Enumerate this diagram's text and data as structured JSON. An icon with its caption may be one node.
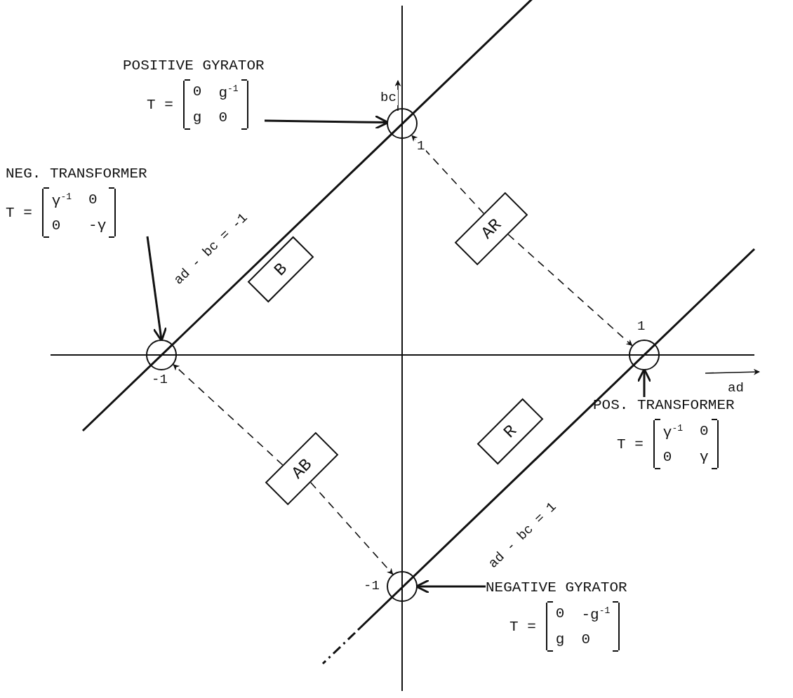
{
  "diagram": {
    "nodes": [
      {
        "text": [
          "POSITIVE GYRATOR",
          "T =",
          "0",
          "g$^{-1}$",
          "g",
          "0"
        ]
      },
      {
        "text": [],
        "shape": "circle"
      },
      {
        "text": [
          "NEG. TRANSFORMER",
          "T =",
          "γ$^{-1}$",
          "0",
          "0",
          "-γ"
        ]
      },
      {
        "text": [
          "B"
        ]
      },
      {
        "text": [
          "AR"
        ]
      },
      {
        "text": [],
        "shape": "circle"
      },
      {
        "text": [],
        "shape": "circle"
      },
      {
        "text": [
          "POS. TRANSFORMER",
          "T =",
          "γ$^{-1}$",
          "0",
          "0",
          "γ"
        ]
      },
      {
        "text": [
          "AB"
        ]
      },
      {
        "text": [
          "R"
        ]
      },
      {
        "text": [],
        "shape": "circle"
      },
      {
        "text": [
          "NEGATIVE GYRATOR",
          "T =",
          "0",
          "-g$^{-1}$",
          "g",
          "0"
        ]
      }
    ],
    "edges": [
      {
        "from": 0,
        "to": 1,
        "arrow": "to"
      },
      {
        "from": 4,
        "to": 1,
        "arrow": "to",
        "style": "dashed"
      },
      {
        "from": 2,
        "to": 5,
        "arrow": "to"
      },
      {
        "from": 4,
        "to": 6,
        "arrow": "to",
        "style": "dashed"
      },
      {
        "from": 7,
        "to": 6,
        "arrow": "to"
      },
      {
        "from": 8,
        "to": 5,
        "arrow": "to",
        "style": "dashed"
      },
      {
        "from": 8,
        "to": 10,
        "arrow": "to",
        "style": "dashed"
      },
      {
        "from": 11,
        "to": 10,
        "arrow": "to"
      }
    ],
    "labels": [
      "bc",
      "1",
      "ad - bc = -1",
      "1",
      "-1",
      "ad",
      "ad - bc = 1",
      "-1"
    ]
  }
}
